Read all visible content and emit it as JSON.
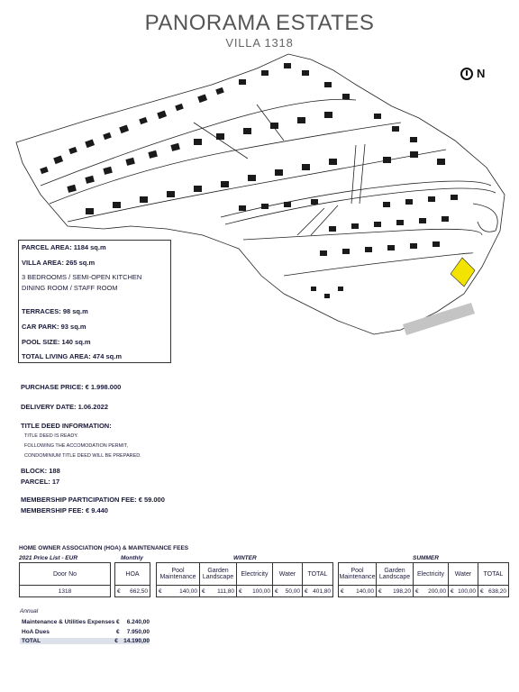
{
  "header": {
    "title": "PANORAMA ESTATES",
    "subtitle": "VILLA 1318",
    "north_label": "N"
  },
  "details": {
    "parcel_area": "PARCEL AREA: 1184 sq.m",
    "villa_area": "VILLA AREA: 265 sq.m",
    "rooms_line1": "3 BEDROOMS / SEMI-OPEN KITCHEN",
    "rooms_line2": "DINING ROOM / STAFF ROOM",
    "terraces": "TERRACES: 98 sq.m",
    "car_park": "CAR PARK: 93 sq.m",
    "pool_size": "POOL SIZE: 140 sq.m",
    "total_living": "TOTAL LIVING AREA: 474 sq.m"
  },
  "sales": {
    "purchase_price": "PURCHASE PRICE: € 1.998.000",
    "delivery_date": "DELIVERY DATE: 1.06.2022",
    "title_deed_heading": "TITLE DEED INFORMATION:",
    "title_deed_lines": [
      "TITLE DEED IS READY.",
      "FOLLOWING THE ACCOMODATION PERMIT,",
      "CONDOMINIUM TITLE DEED WILL BE PREPARED."
    ],
    "block": "BLOCK: 188",
    "parcel": "PARCEL: 17",
    "membership_participation_fee": "MEMBERSHIP PARTICIPATION FEE: € 59.000",
    "membership_fee": "MEMBERSHIP FEE: € 9.440"
  },
  "hoa": {
    "title": "HOME OWNER ASSOCIATION (HOA) & MAINTENANCE FEES",
    "price_list": "2021 Price List - EUR",
    "monthly": "Monthly",
    "winter": "WINTER",
    "summer": "SUMMER",
    "headers": {
      "door_no": "Door No",
      "hoa": "HOA",
      "pool": "Pool Maintenance",
      "garden": "Garden Landscape",
      "electricity": "Electricity",
      "water": "Water",
      "total": "TOTAL"
    },
    "currency": "€",
    "row": {
      "door_no": "1318",
      "hoa": "662,50",
      "winter": {
        "pool": "140,00",
        "garden": "111,80",
        "electricity": "100,00",
        "water": "50,00",
        "total": "401,80"
      },
      "summer": {
        "pool": "140,00",
        "garden": "198,20",
        "electricity": "200,00",
        "water": "100,00",
        "total": "638,20"
      }
    }
  },
  "annual": {
    "label": "Annual",
    "rows": [
      {
        "name": "Maintenance & Utilities Expenses",
        "currency": "€",
        "amount": "6.240,00"
      },
      {
        "name": "HoA Dues",
        "currency": "€",
        "amount": "7.950,00"
      },
      {
        "name": "TOTAL",
        "currency": "€",
        "amount": "14.190,00"
      }
    ]
  },
  "colors": {
    "highlight_plot": "#f2e400",
    "total_row_bg": "#dde1ea",
    "text": "#1a1a3a"
  }
}
